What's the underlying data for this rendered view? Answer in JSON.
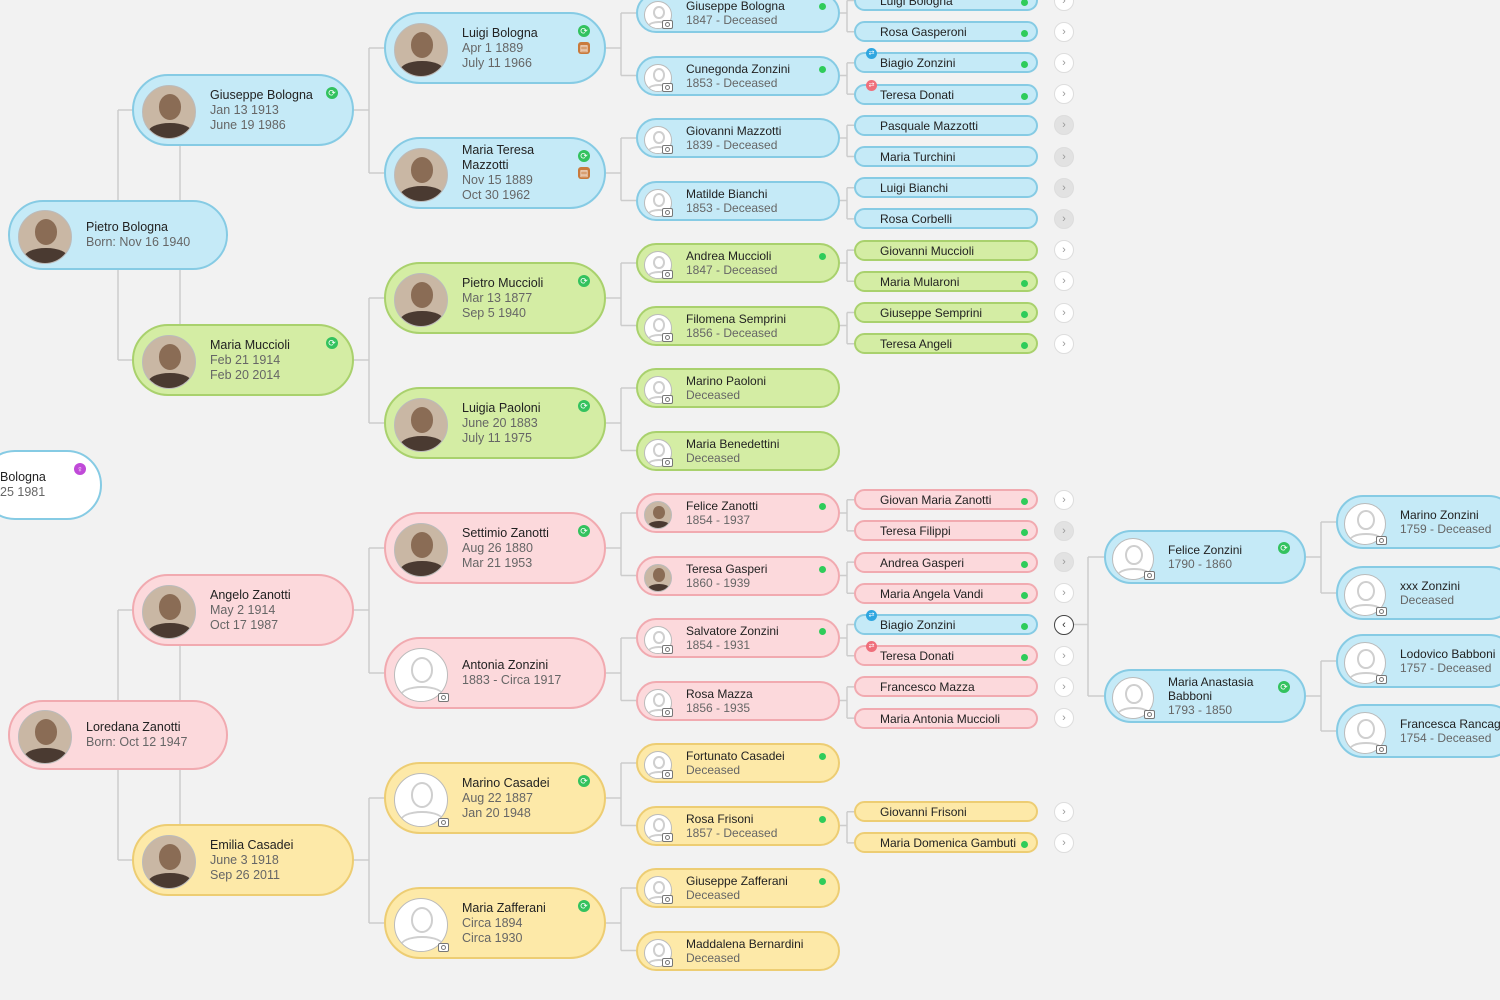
{
  "colors": {
    "blue": "#c5eaf7",
    "green": "#d4eda4",
    "pink": "#fcd9dc",
    "yellow": "#fde9a8",
    "status_dot": "#2fcc5a",
    "line": "#cccccc"
  },
  "people": [
    {
      "id": "bologna-root",
      "name": "Bologna",
      "lines": [
        "25 1981"
      ],
      "color": "white",
      "badge": "gender-female-icon",
      "avatar": "none"
    },
    {
      "id": "pietro-bologna",
      "name": "Pietro Bologna",
      "lines": [
        "Born: Nov 16 1940"
      ],
      "color": "blue",
      "avatar": "photo",
      "parent": null
    },
    {
      "id": "loredana-zanotti",
      "name": "Loredana Zanotti",
      "lines": [
        "Born: Oct 12 1947"
      ],
      "color": "pink",
      "avatar": "photo",
      "parent": null
    },
    {
      "id": "giuseppe-bologna-1913",
      "name": "Giuseppe Bologna",
      "lines": [
        "Jan 13 1913",
        "June 19 1986"
      ],
      "color": "blue",
      "avatar": "photo",
      "badge": "green",
      "parent": "pietro-bologna"
    },
    {
      "id": "maria-muccioli-1914",
      "name": "Maria Muccioli",
      "lines": [
        "Feb 21 1914",
        "Feb 20 2014"
      ],
      "color": "green",
      "avatar": "photo",
      "badge": "green",
      "parent": "pietro-bologna"
    },
    {
      "id": "angelo-zanotti",
      "name": "Angelo Zanotti",
      "lines": [
        "May 2 1914",
        "Oct 17 1987"
      ],
      "color": "pink",
      "avatar": "photo",
      "parent": "loredana-zanotti"
    },
    {
      "id": "emilia-casadei",
      "name": "Emilia Casadei",
      "lines": [
        "June 3 1918",
        "Sep 26 2011"
      ],
      "color": "yellow",
      "avatar": "photo",
      "parent": "loredana-zanotti"
    },
    {
      "id": "luigi-bologna-1889",
      "name": "Luigi Bologna",
      "lines": [
        "Apr 1 1889",
        "July 11 1966"
      ],
      "color": "blue",
      "avatar": "photo",
      "badge": "green",
      "badge2": "brown",
      "parent": "giuseppe-bologna-1913"
    },
    {
      "id": "maria-teresa-mazzotti",
      "name": "Maria Teresa",
      "name2": "Mazzotti",
      "lines": [
        "Nov 15 1889",
        "Oct 30 1962"
      ],
      "color": "blue",
      "avatar": "photo",
      "badge": "green",
      "badge2": "brown",
      "parent": "giuseppe-bologna-1913"
    },
    {
      "id": "pietro-muccioli",
      "name": "Pietro Muccioli",
      "lines": [
        "Mar 13 1877",
        "Sep 5 1940"
      ],
      "color": "green",
      "avatar": "photo",
      "badge": "green",
      "parent": "maria-muccioli-1914"
    },
    {
      "id": "luigia-paoloni",
      "name": "Luigia Paoloni",
      "lines": [
        "June 20 1883",
        "July 11 1975"
      ],
      "color": "green",
      "avatar": "photo",
      "badge": "green",
      "parent": "maria-muccioli-1914"
    },
    {
      "id": "settimio-zanotti",
      "name": "Settimio Zanotti",
      "lines": [
        "Aug 26 1880",
        "Mar 21 1953"
      ],
      "color": "pink",
      "avatar": "photo",
      "badge": "green",
      "parent": "angelo-zanotti"
    },
    {
      "id": "antonia-zonzini",
      "name": "Antonia Zonzini",
      "lines": [
        "1883 - Circa 1917"
      ],
      "color": "pink",
      "avatar": "placeholder",
      "parent": "angelo-zanotti"
    },
    {
      "id": "marino-casadei",
      "name": "Marino Casadei",
      "lines": [
        "Aug 22 1887",
        "Jan 20 1948"
      ],
      "color": "yellow",
      "avatar": "placeholder",
      "badge": "green",
      "parent": "emilia-casadei"
    },
    {
      "id": "maria-zafferani",
      "name": "Maria Zafferani",
      "lines": [
        "Circa 1894",
        "Circa 1930"
      ],
      "color": "yellow",
      "avatar": "placeholder",
      "badge": "green",
      "parent": "emilia-casadei"
    },
    {
      "id": "giuseppe-bologna-1847",
      "name": "Giuseppe Bologna",
      "lines": [
        "1847 - Deceased"
      ],
      "color": "blue",
      "avatar": "placeholder",
      "dot": true,
      "parent": "luigi-bologna-1889"
    },
    {
      "id": "cunegonda-zonzini",
      "name": "Cunegonda Zonzini",
      "lines": [
        "1853 - Deceased"
      ],
      "color": "blue",
      "avatar": "placeholder",
      "dot": true,
      "parent": "luigi-bologna-1889"
    },
    {
      "id": "giovanni-mazzotti",
      "name": "Giovanni Mazzotti",
      "lines": [
        "1839 - Deceased"
      ],
      "color": "blue",
      "avatar": "placeholder",
      "parent": "maria-teresa-mazzotti"
    },
    {
      "id": "matilde-bianchi",
      "name": "Matilde Bianchi",
      "lines": [
        "1853 - Deceased"
      ],
      "color": "blue",
      "avatar": "placeholder",
      "parent": "maria-teresa-mazzotti"
    },
    {
      "id": "andrea-muccioli",
      "name": "Andrea Muccioli",
      "lines": [
        "1847 - Deceased"
      ],
      "color": "green",
      "avatar": "placeholder",
      "dot": true,
      "parent": "pietro-muccioli"
    },
    {
      "id": "filomena-semprini",
      "name": "Filomena Semprini",
      "lines": [
        "1856 - Deceased"
      ],
      "color": "green",
      "avatar": "placeholder",
      "parent": "pietro-muccioli"
    },
    {
      "id": "marino-paoloni",
      "name": "Marino Paoloni",
      "lines": [
        "Deceased"
      ],
      "color": "green",
      "avatar": "placeholder",
      "parent": "luigia-paoloni"
    },
    {
      "id": "maria-benedettini",
      "name": "Maria Benedettini",
      "lines": [
        "Deceased"
      ],
      "color": "green",
      "avatar": "placeholder",
      "parent": "luigia-paoloni"
    },
    {
      "id": "felice-zanotti",
      "name": "Felice Zanotti",
      "lines": [
        "1854 - 1937"
      ],
      "color": "pink",
      "avatar": "photo",
      "dot": true,
      "parent": "settimio-zanotti"
    },
    {
      "id": "teresa-gasperi",
      "name": "Teresa Gasperi",
      "lines": [
        "1860 - 1939"
      ],
      "color": "pink",
      "avatar": "photo",
      "dot": true,
      "parent": "settimio-zanotti"
    },
    {
      "id": "salvatore-zonzini",
      "name": "Salvatore Zonzini",
      "lines": [
        "1854 - 1931"
      ],
      "color": "pink",
      "avatar": "placeholder",
      "dot": true,
      "parent": "antonia-zonzini"
    },
    {
      "id": "rosa-mazza",
      "name": "Rosa Mazza",
      "lines": [
        "1856 - 1935"
      ],
      "color": "pink",
      "avatar": "placeholder",
      "parent": "antonia-zonzini"
    },
    {
      "id": "fortunato-casadei",
      "name": "Fortunato Casadei",
      "lines": [
        "Deceased"
      ],
      "color": "yellow",
      "avatar": "placeholder",
      "dot": true,
      "parent": "marino-casadei"
    },
    {
      "id": "rosa-frisoni",
      "name": "Rosa Frisoni",
      "lines": [
        "1857 - Deceased"
      ],
      "color": "yellow",
      "avatar": "placeholder",
      "dot": true,
      "parent": "marino-casadei"
    },
    {
      "id": "giuseppe-zafferani",
      "name": "Giuseppe Zafferani",
      "lines": [
        "Deceased"
      ],
      "color": "yellow",
      "avatar": "placeholder",
      "dot": true,
      "parent": "maria-zafferani"
    },
    {
      "id": "maddalena-bernardini",
      "name": "Maddalena Bernardini",
      "lines": [
        "Deceased"
      ],
      "color": "yellow",
      "avatar": "placeholder",
      "parent": "maria-zafferani"
    },
    {
      "id": "luigi-bologna-top",
      "name": "Luigi Bologna",
      "color": "blue",
      "dot": true,
      "chev": "white",
      "parent": "giuseppe-bologna-1847"
    },
    {
      "id": "rosa-gasperoni",
      "name": "Rosa Gasperoni",
      "color": "blue",
      "dot": true,
      "chev": "white",
      "parent": "giuseppe-bologna-1847"
    },
    {
      "id": "biagio-zonzini-1",
      "name": "Biagio Zonzini",
      "color": "blue",
      "dot": true,
      "tag": "blue",
      "chev": "white",
      "parent": "cunegonda-zonzini"
    },
    {
      "id": "teresa-donati-1",
      "name": "Teresa Donati",
      "color": "blue",
      "dot": true,
      "tag": "red",
      "chev": "white",
      "parent": "cunegonda-zonzini"
    },
    {
      "id": "pasquale-mazzotti",
      "name": "Pasquale Mazzotti",
      "color": "blue",
      "chev": "grey",
      "parent": "giovanni-mazzotti"
    },
    {
      "id": "maria-turchini",
      "name": "Maria Turchini",
      "color": "blue",
      "chev": "grey",
      "parent": "giovanni-mazzotti"
    },
    {
      "id": "luigi-bianchi",
      "name": "Luigi Bianchi",
      "color": "blue",
      "chev": "grey",
      "parent": "matilde-bianchi"
    },
    {
      "id": "rosa-corbelli",
      "name": "Rosa Corbelli",
      "color": "blue",
      "chev": "grey",
      "parent": "matilde-bianchi"
    },
    {
      "id": "giovanni-muccioli",
      "name": "Giovanni Muccioli",
      "color": "green",
      "chev": "white",
      "parent": "andrea-muccioli"
    },
    {
      "id": "maria-mularoni",
      "name": "Maria Mularoni",
      "color": "green",
      "dot": true,
      "chev": "white",
      "parent": "andrea-muccioli"
    },
    {
      "id": "giuseppe-semprini",
      "name": "Giuseppe Semprini",
      "color": "green",
      "dot": true,
      "chev": "white",
      "parent": "filomena-semprini"
    },
    {
      "id": "teresa-angeli",
      "name": "Teresa Angeli",
      "color": "green",
      "dot": true,
      "chev": "white",
      "parent": "filomena-semprini"
    },
    {
      "id": "giovan-maria-zanotti",
      "name": "Giovan Maria Zanotti",
      "color": "pink",
      "dot": true,
      "chev": "white",
      "parent": "felice-zanotti"
    },
    {
      "id": "teresa-filippi",
      "name": "Teresa Filippi",
      "color": "pink",
      "dot": true,
      "chev": "grey",
      "parent": "felice-zanotti"
    },
    {
      "id": "andrea-gasperi",
      "name": "Andrea Gasperi",
      "color": "pink",
      "dot": true,
      "chev": "grey",
      "parent": "teresa-gasperi"
    },
    {
      "id": "maria-angela-vandi",
      "name": "Maria Angela Vandi",
      "color": "pink",
      "dot": true,
      "chev": "white",
      "parent": "teresa-gasperi"
    },
    {
      "id": "biagio-zonzini-2",
      "name": "Biagio Zonzini",
      "color": "blue",
      "dot": true,
      "tag": "blue",
      "chev": "dark",
      "parent": "salvatore-zonzini"
    },
    {
      "id": "teresa-donati-2",
      "name": "Teresa Donati",
      "color": "pink",
      "dot": true,
      "tag": "red",
      "chev": "white",
      "parent": "salvatore-zonzini"
    },
    {
      "id": "francesco-mazza",
      "name": "Francesco Mazza",
      "color": "pink",
      "chev": "white",
      "parent": "rosa-mazza"
    },
    {
      "id": "maria-antonia-muccioli",
      "name": "Maria Antonia Muccioli",
      "color": "pink",
      "chev": "white",
      "parent": "rosa-mazza"
    },
    {
      "id": "giovanni-frisoni",
      "name": "Giovanni Frisoni",
      "color": "yellow",
      "chev": "white",
      "parent": "rosa-frisoni"
    },
    {
      "id": "maria-domenica-gambuti",
      "name": "Maria Domenica Gambuti",
      "color": "yellow",
      "dot": true,
      "chev": "white",
      "parent": "rosa-frisoni"
    },
    {
      "id": "felice-zonzini",
      "name": "Felice Zonzini",
      "lines": [
        "1790 - 1860"
      ],
      "color": "blue",
      "avatar": "placeholder",
      "badge": "green",
      "parent": "biagio-zonzini-2"
    },
    {
      "id": "maria-anastasia-babboni",
      "name": "Maria Anastasia",
      "name2": "Babboni",
      "lines": [
        "1793 - 1850"
      ],
      "color": "blue",
      "avatar": "placeholder",
      "badge": "green",
      "parent": "biagio-zonzini-2"
    },
    {
      "id": "marino-zonzini",
      "name": "Marino Zonzini",
      "lines": [
        "1759 - Deceased"
      ],
      "color": "blue",
      "avatar": "placeholder",
      "parent": "felice-zonzini"
    },
    {
      "id": "xxx-zonzini",
      "name": "xxx Zonzini",
      "lines": [
        "Deceased"
      ],
      "color": "blue",
      "avatar": "placeholder",
      "parent": "felice-zonzini"
    },
    {
      "id": "lodovico-babboni",
      "name": "Lodovico Babboni",
      "lines": [
        "1757 - Deceased"
      ],
      "color": "blue",
      "avatar": "placeholder",
      "parent": "maria-anastasia-babboni"
    },
    {
      "id": "francesca-rancaglia",
      "name": "Francesca Rancaglia",
      "lines": [
        "1754 - Deceased"
      ],
      "color": "blue",
      "avatar": "placeholder",
      "parent": "maria-anastasia-babboni"
    }
  ]
}
